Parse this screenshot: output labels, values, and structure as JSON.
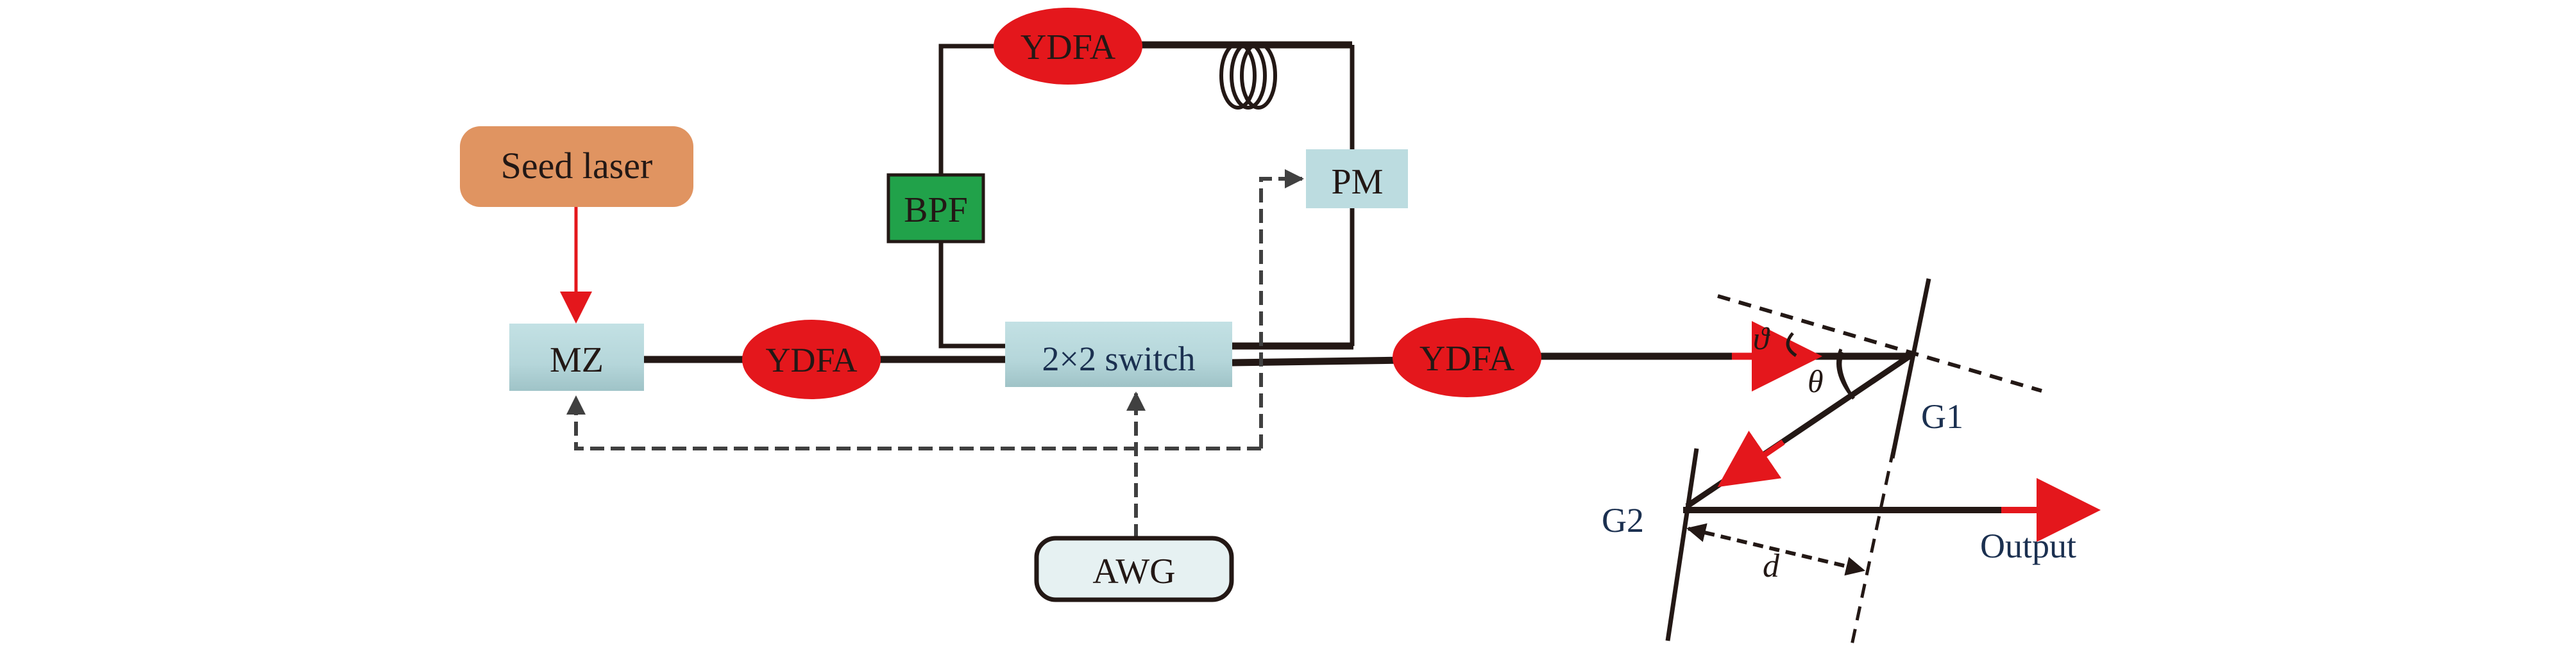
{
  "title": "Fiber laser system setup with grating pair compressor",
  "colors": {
    "amplifier": "#e4171c",
    "seed": "#e09461",
    "modulator": "#bcdce0",
    "filter": "#21a24a",
    "awg_fill": "#e6f1f2",
    "signal_line": "#231815",
    "laser_path": "#e4171c",
    "control_line": "#404040",
    "label_navy": "#1b3050"
  },
  "components": {
    "seed_laser": "Seed laser",
    "mz": "MZ",
    "ydfa_1": "YDFA",
    "ydfa_loop": "YDFA",
    "ydfa_3": "YDFA",
    "switch": "2×2 switch",
    "bpf": "BPF",
    "pm": "PM",
    "awg": "AWG",
    "fiber_coil": "fiber-coil-icon"
  },
  "compressor": {
    "grating_1": "G1",
    "grating_2": "G2",
    "incident_angle": "ϑ",
    "diffraction_angle": "θ",
    "separation": "d",
    "output": "Output"
  }
}
